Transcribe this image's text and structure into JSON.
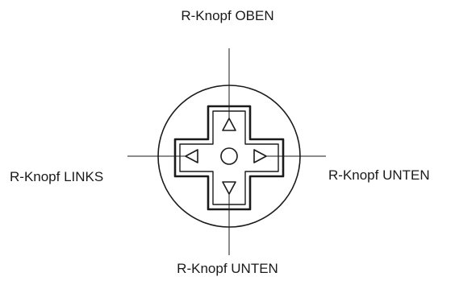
{
  "labels": {
    "up": "R-Knopf OBEN",
    "left": "R-Knopf LINKS",
    "right": "R-Knopf UNTEN",
    "down": "R-Knopf UNTEN"
  },
  "icons": {
    "pad": "d-pad-icon",
    "up": "triangle-up-icon",
    "down": "triangle-down-icon",
    "left": "triangle-left-icon",
    "right": "triangle-right-icon",
    "center": "center-circle-icon"
  },
  "colors": {
    "line": "#1a1a1a",
    "background": "#ffffff"
  }
}
